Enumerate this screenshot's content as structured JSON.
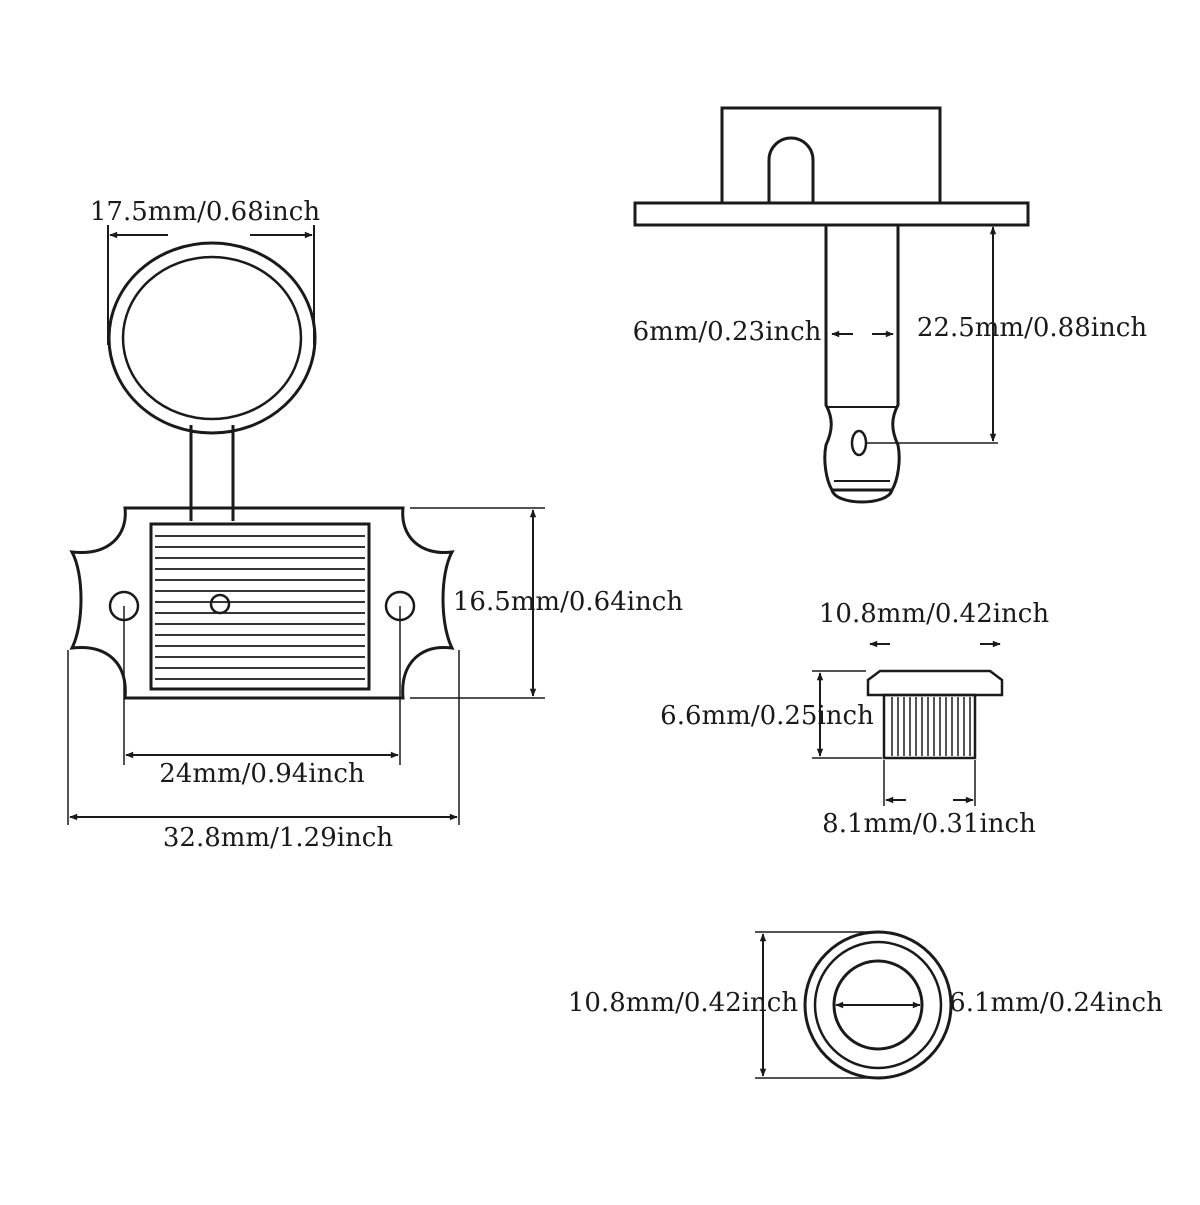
{
  "labels": {
    "knob_width": "17.5mm/0.68inch",
    "plate_height": "16.5mm/0.64inch",
    "hole_spacing": "24mm/0.94inch",
    "plate_width": "32.8mm/1.29inch",
    "post_diameter": "6mm/0.23inch",
    "post_length": "22.5mm/0.88inch",
    "bushing_flange_diameter": "10.8mm/0.42inch",
    "bushing_height": "6.6mm/0.25inch",
    "bushing_body_diameter": "8.1mm/0.31inch",
    "washer_outer_diameter": "10.8mm/0.42inch",
    "washer_inner_diameter": "6.1mm/0.24inch"
  },
  "colors": {
    "line": "#1a1a1a",
    "background": "#ffffff"
  }
}
